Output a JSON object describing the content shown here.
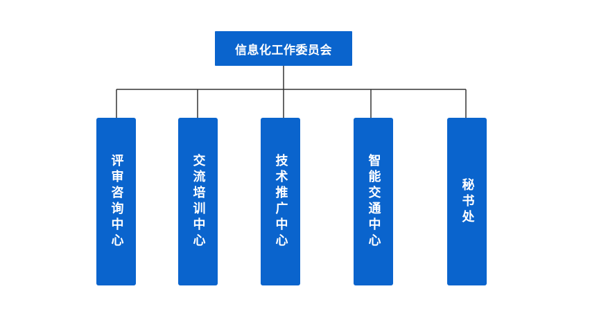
{
  "root": {
    "label": "信息化工作委员会"
  },
  "children": [
    {
      "label": "评审咨询中心"
    },
    {
      "label": "交流培训中心"
    },
    {
      "label": "技术推广中心"
    },
    {
      "label": "智能交通中心"
    },
    {
      "label": "秘书处"
    }
  ],
  "colors": {
    "node_fill": "#0a64cd",
    "node_text": "#ffffff",
    "connector": "#333333"
  }
}
